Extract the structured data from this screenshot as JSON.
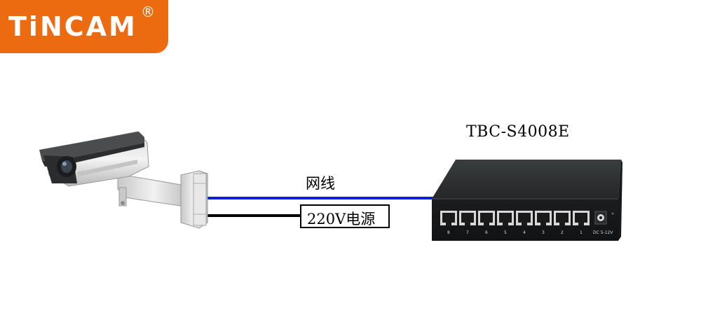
{
  "logo": {
    "text": "TiNCAM",
    "registered": "®",
    "color": "#ec6a10"
  },
  "switch": {
    "model": "TBC-S4008E",
    "port_labels": [
      "8",
      "7",
      "6",
      "5",
      "4",
      "3",
      "2",
      "1"
    ],
    "dc_label": "DC 5-12V"
  },
  "network_cable": {
    "label": "网线",
    "color": "#0a1fd6"
  },
  "power_cable": {
    "label": "220V电源",
    "color": "#000000"
  },
  "icons": [
    "camera-icon",
    "network-switch-icon"
  ]
}
